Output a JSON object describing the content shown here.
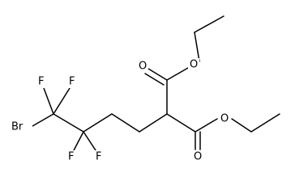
{
  "structure": {
    "atoms": {
      "br": "Br",
      "f1": "F",
      "f2": "F",
      "f3": "F",
      "f4": "F",
      "o_carbonyl_upper": "O",
      "o_ester_upper": "O",
      "o_carbonyl_lower": "O",
      "o_ester_lower": "O"
    },
    "colors": {
      "bond": "#000000",
      "label": "#000000",
      "background": "#ffffff"
    }
  }
}
